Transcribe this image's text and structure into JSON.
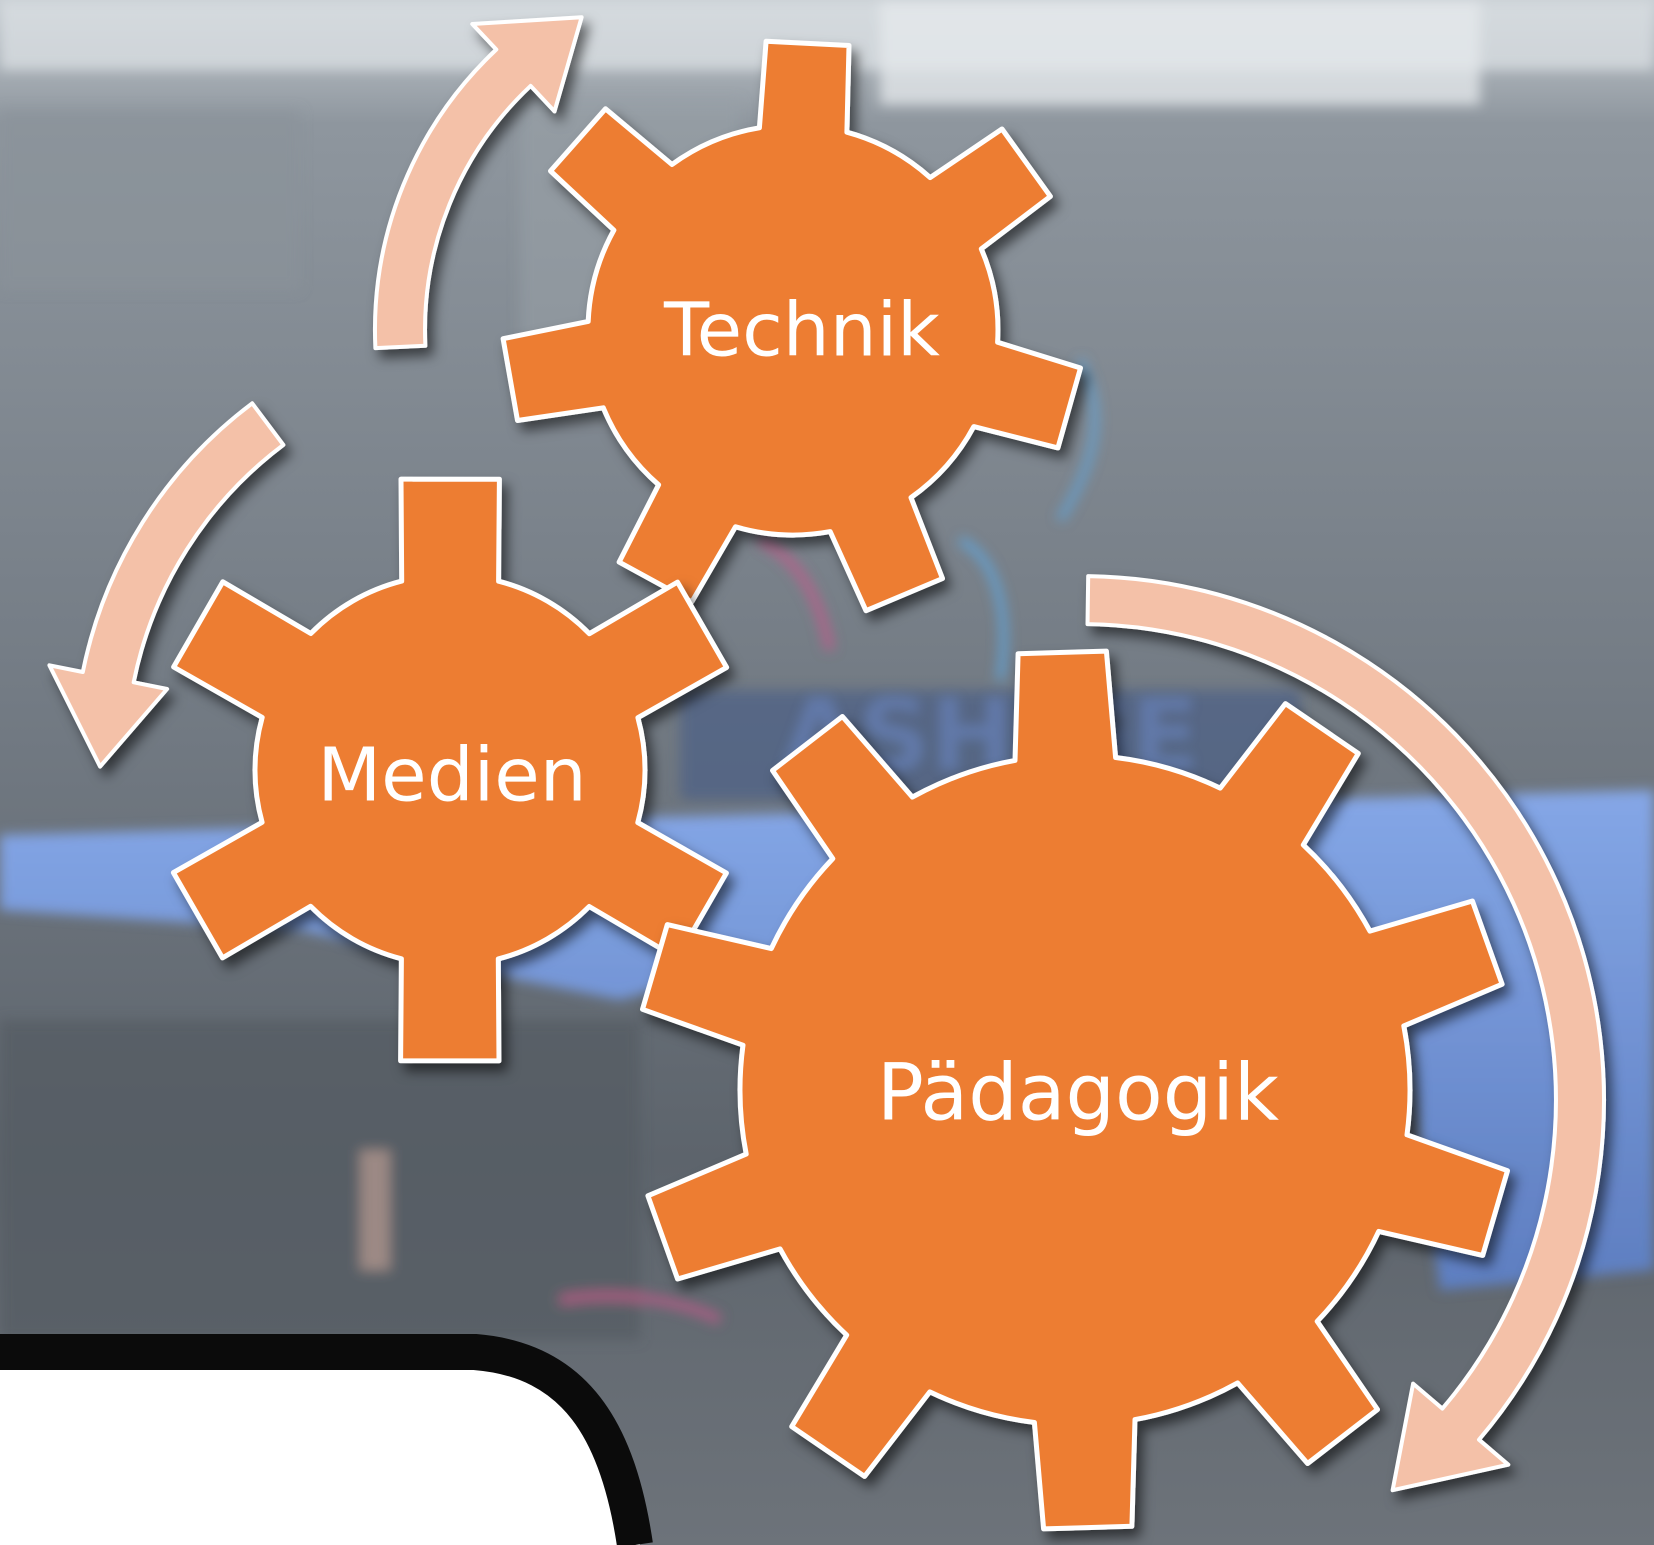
{
  "diagram": {
    "nodes": [
      {
        "id": "technik",
        "label": "Technik"
      },
      {
        "id": "medien",
        "label": "Medien"
      },
      {
        "id": "paedagogik",
        "label": "Pädagogik"
      }
    ],
    "arrows": [
      {
        "id": "arrow-top-left",
        "direction": "up"
      },
      {
        "id": "arrow-left",
        "direction": "down"
      },
      {
        "id": "arrow-right",
        "direction": "down"
      }
    ]
  },
  "colors": {
    "gear_fill": "#ED7D31",
    "gear_edge": "#ffffff",
    "arrow_fill": "#F4C1A8",
    "arrow_edge": "#ffffff",
    "label": "#ffffff",
    "background_top": "#9aa3ad",
    "background_band": "#7ea2e6",
    "background_bottom": "#5f6670"
  },
  "background_photo": {
    "subject": "blurred photo of a device panel with a blue band and a black cable",
    "visible_fragments": "ASH GE"
  }
}
